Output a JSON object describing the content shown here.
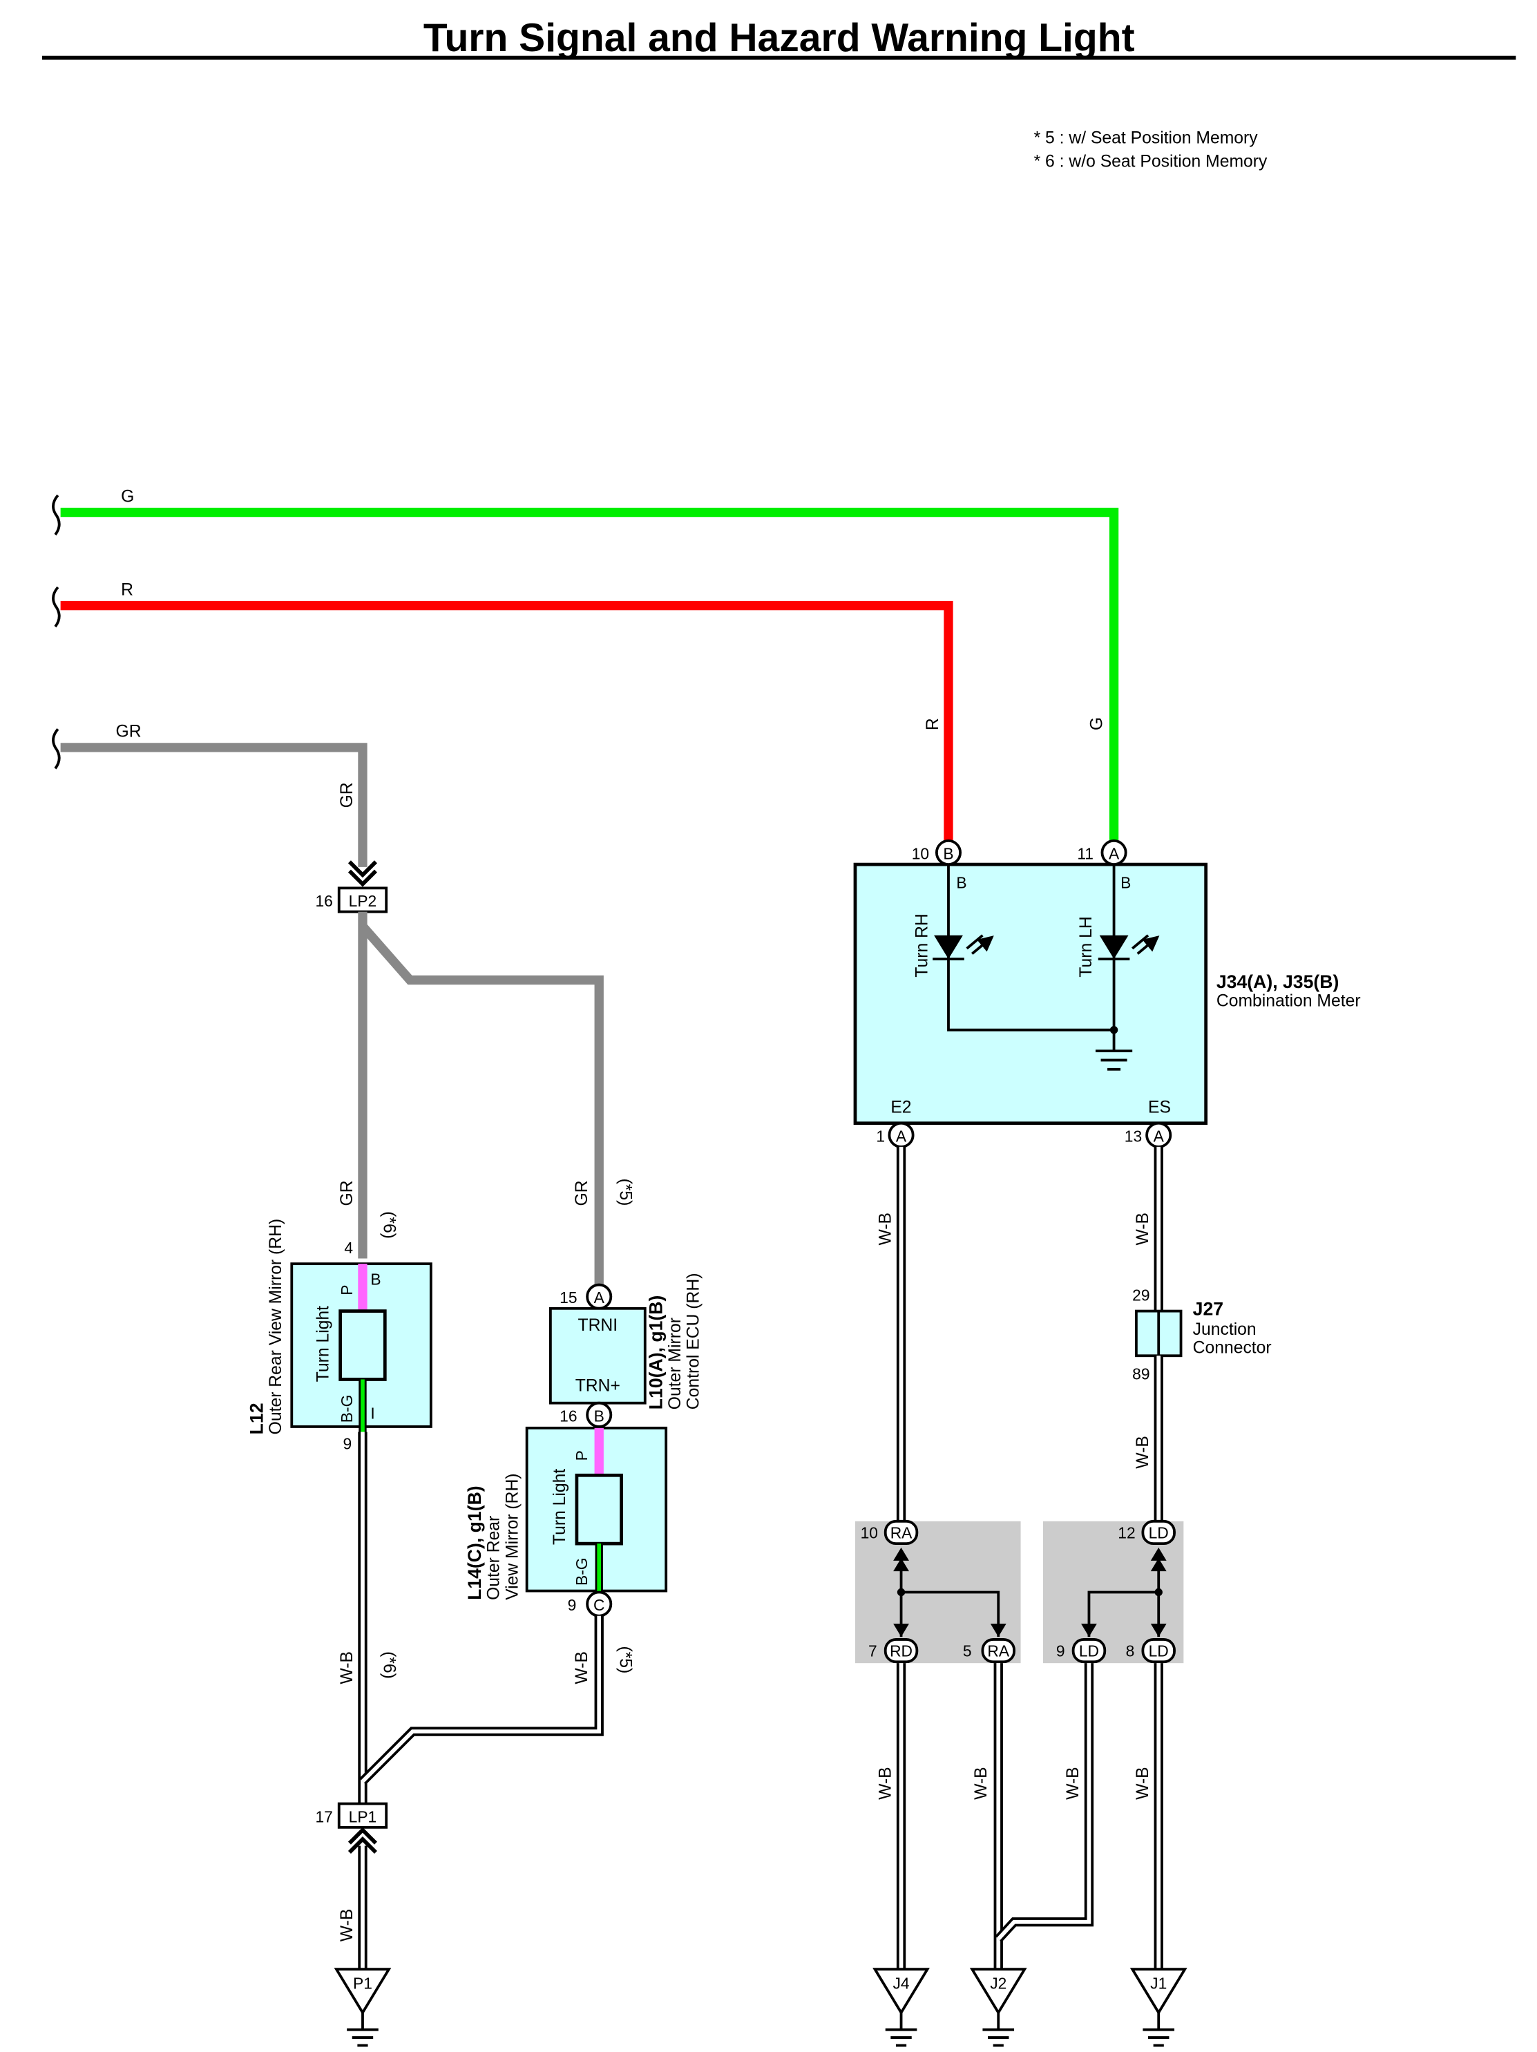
{
  "title": "Turn Signal and Hazard Warning Light",
  "notes": [
    "* 5 : w/ Seat Position Memory",
    "* 6 : w/o Seat Position Memory"
  ],
  "colors": {
    "G": "#00ee00",
    "R": "#ff0000",
    "GR": "#888888",
    "P": "#ff66ff",
    "W-B": "#000000",
    "component_fill": "#ccffff",
    "junction_block_fill": "#cccccc"
  },
  "wires": {
    "g": "G",
    "r": "R",
    "gr": "GR",
    "p": "P",
    "b_g": "B-G",
    "w_b": "W-B",
    "note5": "(*5)",
    "note6": "(*6)"
  },
  "meter": {
    "name": "J34(A), J35(B)",
    "desc": "Combination Meter",
    "turn_rh": "Turn RH",
    "turn_lh": "Turn LH",
    "b": "B",
    "e2": "E2",
    "es": "ES",
    "pin_10": "10",
    "pin_11": "11",
    "pin_1": "1",
    "pin_13": "13",
    "conn_a": "A",
    "conn_b": "B"
  },
  "lp2": {
    "label": "LP2",
    "pin": "16"
  },
  "lp1": {
    "label": "LP1",
    "pin": "17"
  },
  "l12": {
    "id": "L12",
    "desc": "Outer Rear View Mirror (RH)",
    "turn_light": "Turn Light",
    "b": "B",
    "i": "I",
    "p": "P",
    "bg": "B-G",
    "pin_4": "4",
    "pin_9": "9"
  },
  "l10": {
    "id": "L10(A), g1(B)",
    "desc1": "Outer Mirror",
    "desc2": "Control ECU (RH)",
    "trni": "TRNI",
    "trn_plus": "TRN+",
    "pin_15": "15",
    "pin_16": "16",
    "conn_a": "A",
    "conn_b": "B"
  },
  "l14": {
    "id": "L14(C), g1(B)",
    "desc1": "Outer Rear",
    "desc2": "View Mirror (RH)",
    "turn_light": "Turn Light",
    "p": "P",
    "bg": "B-G",
    "pin_9": "9",
    "conn_c": "C"
  },
  "j27": {
    "id": "J27",
    "desc1": "Junction",
    "desc2": "Connector",
    "pin_29": "29",
    "pin_89": "89"
  },
  "junctions": {
    "ra": "RA",
    "rd": "RD",
    "ld": "LD",
    "pin_10": "10",
    "pin_7": "7",
    "pin_5": "5",
    "pin_12": "12",
    "pin_9": "9",
    "pin_8": "8"
  },
  "grounds": {
    "p1": "P1",
    "j4": "J4",
    "j2": "J2",
    "j1": "J1"
  }
}
